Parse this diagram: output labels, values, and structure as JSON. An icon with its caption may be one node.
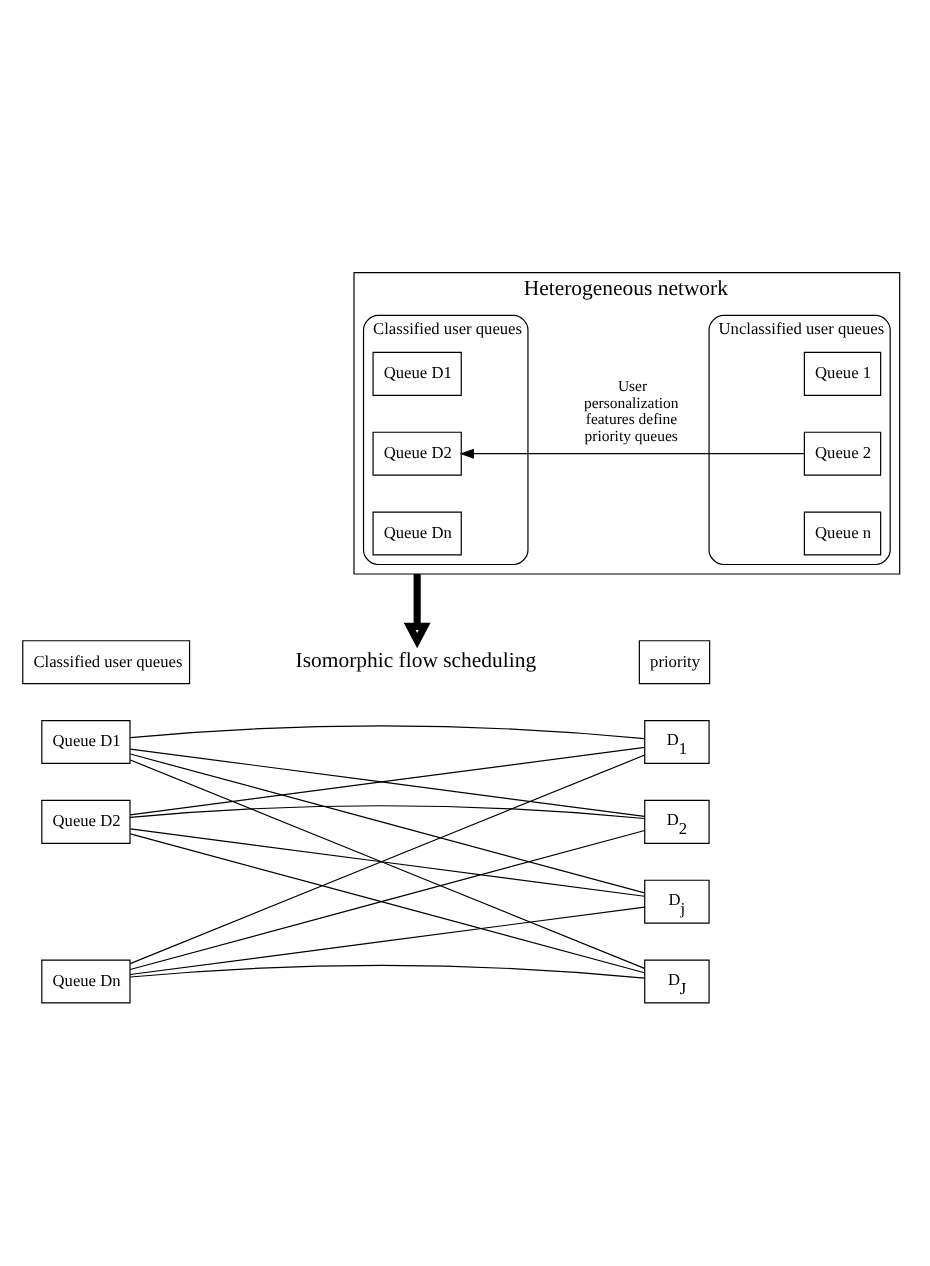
{
  "diagram": {
    "nodes": [
      {
        "text": [
          "Heterogeneous network"
        ]
      },
      {
        "text": [
          "Unclassified user queues"
        ],
        "in": 0
      },
      {
        "text": [
          "Queue 1"
        ],
        "in": 1
      },
      {
        "text": [
          "Queue 2"
        ],
        "in": 1
      },
      {
        "text": [
          "Queue n"
        ],
        "in": 1
      },
      {
        "text": [
          "Classified user queues"
        ],
        "in": 0
      },
      {
        "text": [
          "Queue D1"
        ],
        "in": 5
      },
      {
        "text": [
          "Queue D2"
        ],
        "in": 5
      },
      {
        "text": [
          "Queue Dn"
        ],
        "in": 5
      },
      {
        "text": [
          "Isomorphic flow scheduling"
        ]
      },
      {
        "text": [
          "Classified user queues"
        ]
      },
      {
        "text": [
          "priority"
        ]
      },
      {
        "text": [
          "Queue D1"
        ]
      },
      {
        "text": [
          "Queue D2"
        ]
      },
      {
        "text": [
          "Queue Dn"
        ]
      },
      {
        "text": [
          "D$_{1}$"
        ]
      },
      {
        "text": [
          "D$_{2}$"
        ]
      },
      {
        "text": [
          "D$_{j}$"
        ]
      },
      {
        "text": [
          "D$_{J}$"
        ]
      }
    ],
    "edges": [
      {
        "from": 3,
        "to": 7,
        "arrow": "to",
        "label": "User personalization features define priority queues"
      },
      {
        "from": 0,
        "to": 9,
        "arrow": "to",
        "style": "thick"
      },
      {
        "from": 12,
        "to": 15,
        "arrow": "none"
      },
      {
        "from": 12,
        "to": 16,
        "arrow": "none"
      },
      {
        "from": 12,
        "to": 17,
        "arrow": "none"
      },
      {
        "from": 12,
        "to": 18,
        "arrow": "none"
      },
      {
        "from": 13,
        "to": 15,
        "arrow": "none"
      },
      {
        "from": 13,
        "to": 16,
        "arrow": "none"
      },
      {
        "from": 13,
        "to": 17,
        "arrow": "none"
      },
      {
        "from": 13,
        "to": 18,
        "arrow": "none"
      },
      {
        "from": 14,
        "to": 15,
        "arrow": "none"
      },
      {
        "from": 14,
        "to": 16,
        "arrow": "none"
      },
      {
        "from": 14,
        "to": 17,
        "arrow": "none"
      },
      {
        "from": 14,
        "to": 18,
        "arrow": "none"
      }
    ]
  }
}
